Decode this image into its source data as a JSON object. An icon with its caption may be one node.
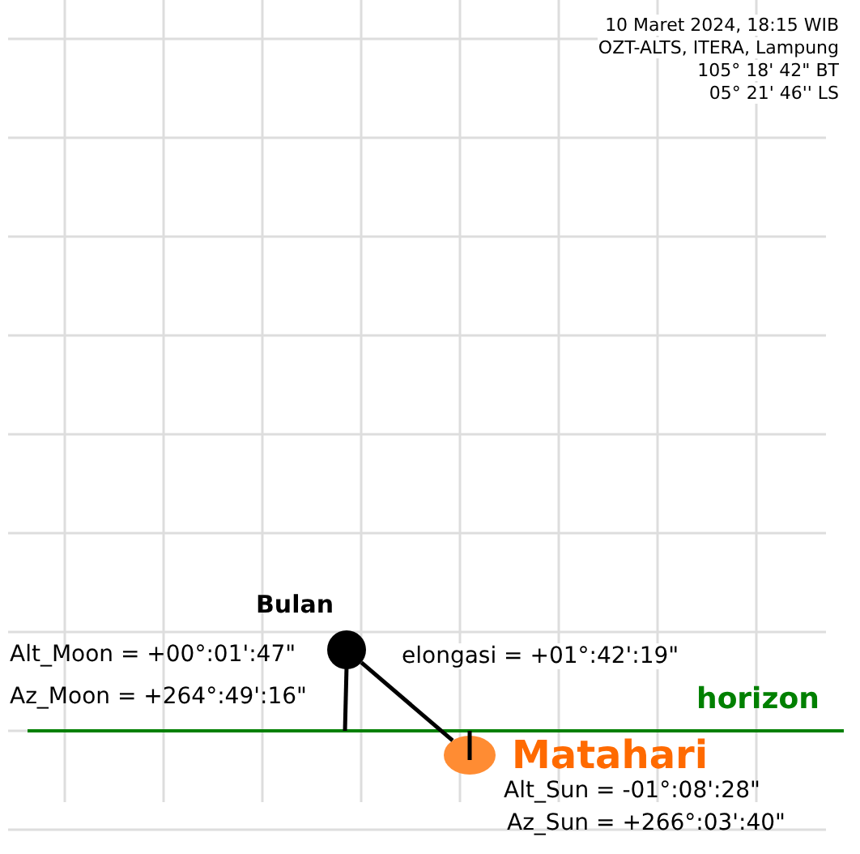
{
  "diagram": {
    "nodes": [
      {
        "text": [
          "Bulan"
        ],
        "beside": [
          "Alt_Moon = +00°:01':47\"",
          "Az_Moon = +264°:49':16\""
        ]
      },
      {
        "text": [
          "Matahari"
        ],
        "beside": [
          "Alt_Sun = -01°:08':28\"",
          "Az_Sun = +266°:03':40\""
        ]
      }
    ],
    "edges": [
      {
        "from": 0,
        "to": 1,
        "arrow": "none",
        "label": "elongasi = +01°:42':19\""
      }
    ],
    "labels": [
      "10 Maret 2024, 18:15 WIB",
      "OZT-ALTS, ITERA, Lampung",
      "105° 18' 42\" BT",
      "05° 21' 46'' LS",
      "horizon"
    ]
  }
}
